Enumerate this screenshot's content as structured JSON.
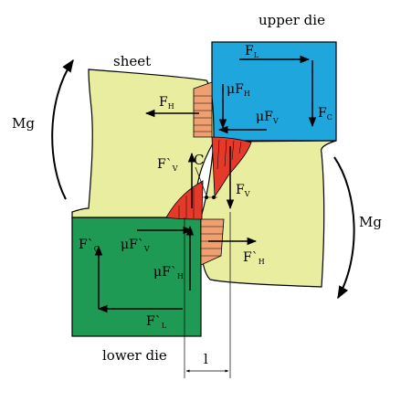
{
  "labels": {
    "upper_die": "upper die",
    "lower_die": "lower die",
    "sheet": "sheet",
    "mg_left": "Mg",
    "mg_right": "Mg",
    "point_c": "C",
    "dim_l": "l"
  },
  "forces": {
    "fl_upper": {
      "base": "F",
      "sub": "L"
    },
    "fc_upper": {
      "base": "F",
      "sub": "C"
    },
    "ufh_upper": {
      "base": "μF",
      "sub": "H"
    },
    "ufv_upper": {
      "base": "μF",
      "sub": "V"
    },
    "fh_left": {
      "base": "F",
      "sub": "H"
    },
    "fv_prime": {
      "base": "F`",
      "sub": "V"
    },
    "fv_right": {
      "base": "F",
      "sub": "V"
    },
    "fc_lower": {
      "base": "F`",
      "sub": "C"
    },
    "ufv_lower": {
      "base": "μF`",
      "sub": "V"
    },
    "ufh_lower": {
      "base": "μF`",
      "sub": "H"
    },
    "fh_prime": {
      "base": "F`",
      "sub": "H"
    },
    "fl_lower": {
      "base": "F`",
      "sub": "L"
    }
  },
  "colors": {
    "upper_die": "#1fa6dc",
    "lower_die": "#1f9a55",
    "sheet": "#e8eda0",
    "shear_zone": "#e5392a",
    "stress_block": "#f0a070"
  }
}
